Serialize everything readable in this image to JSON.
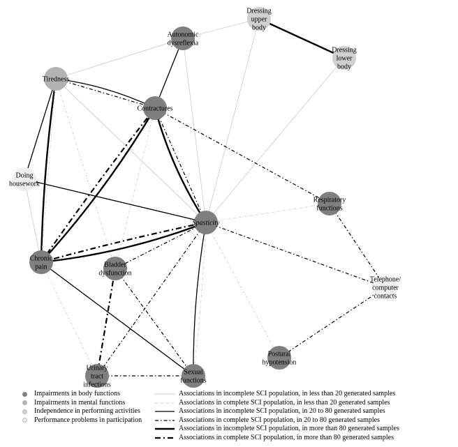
{
  "colors": {
    "body": "#7f7f7f",
    "mental": "#b3b3b3",
    "activity": "#d0d0d0",
    "participation": "#efefef"
  },
  "nodes": [
    {
      "id": "autonomic",
      "label": [
        "Autonomic",
        "dysreflexia"
      ],
      "category": "body",
      "italic": false
    },
    {
      "id": "dress_upper",
      "label": [
        "Dressing",
        "upper",
        "body"
      ],
      "category": "activity",
      "italic": false
    },
    {
      "id": "dress_lower",
      "label": [
        "Dressing",
        "lower",
        "body"
      ],
      "category": "activity",
      "italic": false
    },
    {
      "id": "tiredness",
      "label": [
        "Tiredness"
      ],
      "category": "mental",
      "italic": false
    },
    {
      "id": "contractures",
      "label": [
        "Contractures"
      ],
      "category": "body",
      "italic": false
    },
    {
      "id": "housework",
      "label": [
        "Doing",
        "housework"
      ],
      "category": "participation",
      "italic": false
    },
    {
      "id": "respiratory",
      "label": [
        "Respiratory",
        "functions"
      ],
      "category": "body",
      "italic": false
    },
    {
      "id": "spasticity",
      "label": [
        "Spasticity"
      ],
      "category": "body",
      "italic": true
    },
    {
      "id": "chronic_pain",
      "label": [
        "Chronic",
        "pain"
      ],
      "category": "body",
      "italic": false
    },
    {
      "id": "bladder",
      "label": [
        "Bladder",
        "dysfunction"
      ],
      "category": "body",
      "italic": false
    },
    {
      "id": "telephone",
      "label": [
        "Telephone/",
        "computer",
        "contacts"
      ],
      "category": "participation",
      "italic": false
    },
    {
      "id": "postural",
      "label": [
        "Postural",
        "hypotension"
      ],
      "category": "body",
      "italic": false
    },
    {
      "id": "uti",
      "label": [
        "Urinary",
        "tract",
        "infections"
      ],
      "category": "body",
      "italic": false
    },
    {
      "id": "sexual",
      "label": [
        "Sexual",
        "functions"
      ],
      "category": "body",
      "italic": false
    }
  ],
  "edges": [
    {
      "from": "dress_upper",
      "to": "dress_lower",
      "type": "inc_high"
    },
    {
      "from": "autonomic",
      "to": "contractures",
      "type": "inc_mid"
    },
    {
      "from": "autonomic",
      "to": "tiredness",
      "type": "inc_low"
    },
    {
      "from": "autonomic",
      "to": "dress_upper",
      "type": "inc_low"
    },
    {
      "from": "autonomic",
      "to": "spasticity",
      "type": "inc_low"
    },
    {
      "from": "dress_upper",
      "to": "spasticity",
      "type": "inc_low"
    },
    {
      "from": "dress_lower",
      "to": "spasticity",
      "type": "inc_low"
    },
    {
      "from": "tiredness",
      "to": "contractures",
      "type": "inc_mid"
    },
    {
      "from": "tiredness",
      "to": "contractures",
      "type": "com_mid"
    },
    {
      "from": "tiredness",
      "to": "housework",
      "type": "inc_mid"
    },
    {
      "from": "tiredness",
      "to": "chronic_pain",
      "type": "inc_high"
    },
    {
      "from": "tiredness",
      "to": "spasticity",
      "type": "inc_low"
    },
    {
      "from": "tiredness",
      "to": "spasticity",
      "type": "com_low"
    },
    {
      "from": "tiredness",
      "to": "bladder",
      "type": "com_low"
    },
    {
      "from": "tiredness",
      "to": "chronic_pain",
      "type": "com_low"
    },
    {
      "from": "contractures",
      "to": "spasticity",
      "type": "inc_high"
    },
    {
      "from": "contractures",
      "to": "spasticity",
      "type": "com_mid"
    },
    {
      "from": "contractures",
      "to": "chronic_pain",
      "type": "inc_high"
    },
    {
      "from": "contractures",
      "to": "chronic_pain",
      "type": "com_high"
    },
    {
      "from": "contractures",
      "to": "respiratory",
      "type": "com_mid"
    },
    {
      "from": "contractures",
      "to": "bladder",
      "type": "com_low"
    },
    {
      "from": "housework",
      "to": "spasticity",
      "type": "inc_mid"
    },
    {
      "from": "housework",
      "to": "chronic_pain",
      "type": "inc_low"
    },
    {
      "from": "spasticity",
      "to": "chronic_pain",
      "type": "inc_high"
    },
    {
      "from": "spasticity",
      "to": "chronic_pain",
      "type": "com_high"
    },
    {
      "from": "spasticity",
      "to": "bladder",
      "type": "com_mid"
    },
    {
      "from": "spasticity",
      "to": "uti",
      "type": "com_mid"
    },
    {
      "from": "spasticity",
      "to": "sexual",
      "type": "inc_mid"
    },
    {
      "from": "spasticity",
      "to": "sexual",
      "type": "com_low"
    },
    {
      "from": "spasticity",
      "to": "respiratory",
      "type": "com_low"
    },
    {
      "from": "spasticity",
      "to": "telephone",
      "type": "com_mid"
    },
    {
      "from": "spasticity",
      "to": "postural",
      "type": "com_low"
    },
    {
      "from": "respiratory",
      "to": "telephone",
      "type": "com_mid"
    },
    {
      "from": "telephone",
      "to": "postural",
      "type": "com_mid"
    },
    {
      "from": "chronic_pain",
      "to": "sexual",
      "type": "inc_mid"
    },
    {
      "from": "chronic_pain",
      "to": "uti",
      "type": "com_low"
    },
    {
      "from": "bladder",
      "to": "uti",
      "type": "com_high"
    },
    {
      "from": "bladder",
      "to": "sexual",
      "type": "com_mid"
    },
    {
      "from": "uti",
      "to": "sexual",
      "type": "com_mid"
    }
  ],
  "legend": {
    "nodes": [
      {
        "category": "body",
        "label": "Impairments in body functions"
      },
      {
        "category": "mental",
        "label": "Impairments in mental functions"
      },
      {
        "category": "activity",
        "label": "Independence in performing activities"
      },
      {
        "category": "participation",
        "label": "Performance problems in participation"
      }
    ],
    "edges": [
      {
        "type": "inc_low",
        "label": "Associations in incomplete SCI population, in less than 20 generated samples"
      },
      {
        "type": "com_low",
        "label": "Associations in complete SCI population, in less than 20 generated samples"
      },
      {
        "type": "inc_mid",
        "label": "Associations in incomplete SCI population, in 20 to 80 generated samples"
      },
      {
        "type": "com_mid",
        "label": "Associations in complete SCI population, in 20 to 80 generated samples"
      },
      {
        "type": "inc_high",
        "label": "Associations in incomplete SCI population, in more than 80 generated samples"
      },
      {
        "type": "com_high",
        "label": "Associations in complete SCI population, in more than 80 generated samples"
      }
    ]
  }
}
